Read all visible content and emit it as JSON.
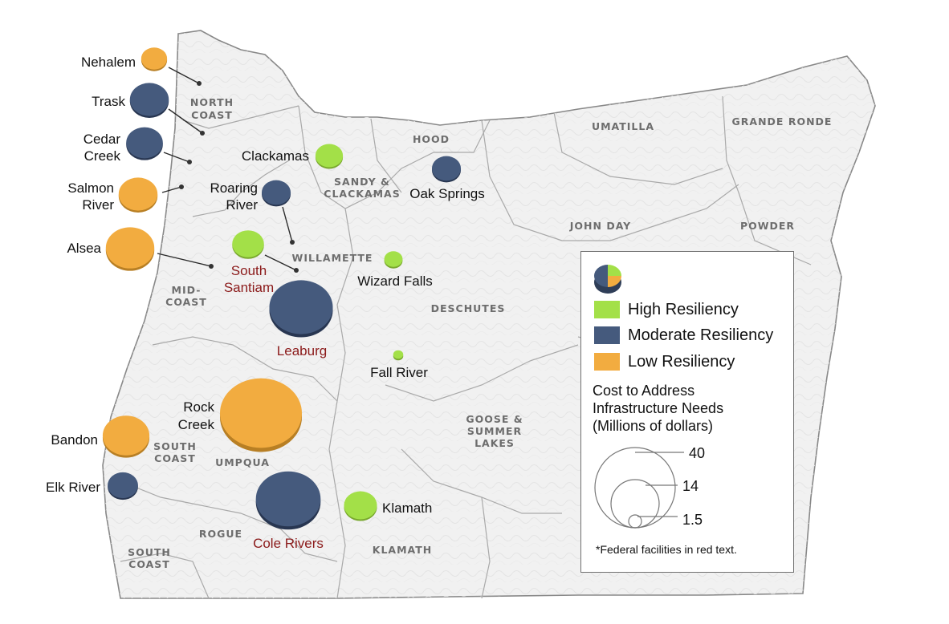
{
  "regions": {
    "north_coast_1": "NORTH",
    "north_coast_2": "COAST",
    "hood": "HOOD",
    "umatilla": "UMATILLA",
    "grande_ronde": "GRANDE RONDE",
    "sandy_1": "SANDY &",
    "sandy_2": "CLACKAMAS",
    "john_day": "JOHN DAY",
    "powder": "POWDER",
    "willamette": "WILLAMETTE",
    "mid_coast_1": "MID-",
    "mid_coast_2": "COAST",
    "deschutes": "DESCHUTES",
    "goose_1": "GOOSE &",
    "goose_2": "SUMMER",
    "goose_3": "LAKES",
    "south_coast_1": "SOUTH",
    "south_coast_2": "COAST",
    "umpqua": "UMPQUA",
    "rogue": "ROGUE",
    "south_coast_b1": "SOUTH",
    "south_coast_b2": "COAST",
    "klamath": "KLAMATH"
  },
  "sites": {
    "nehalem": "Nehalem",
    "trask": "Trask",
    "cedar_1": "Cedar",
    "cedar_2": "Creek",
    "salmon_1": "Salmon",
    "salmon_2": "River",
    "alsea": "Alsea",
    "clackamas": "Clackamas",
    "oak_springs": "Oak Springs",
    "roaring_1": "Roaring",
    "roaring_2": "River",
    "south_santiam_1": "South",
    "south_santiam_2": "Santiam",
    "wizard_falls": "Wizard Falls",
    "leaburg": "Leaburg",
    "fall_river": "Fall River",
    "rock_1": "Rock",
    "rock_2": "Creek",
    "bandon": "Bandon",
    "elk_river": "Elk River",
    "cole_rivers": "Cole Rivers",
    "klamath_site": "Klamath"
  },
  "hatcheries": [
    {
      "site": "Nehalem",
      "resiliency": "low",
      "cost": 4
    },
    {
      "site": "Trask",
      "resiliency": "moderate",
      "cost": 9
    },
    {
      "site": "Cedar Creek",
      "resiliency": "moderate",
      "cost": 8
    },
    {
      "site": "Salmon River",
      "resiliency": "low",
      "cost": 9
    },
    {
      "site": "Alsea",
      "resiliency": "low",
      "cost": 14
    },
    {
      "site": "Clackamas",
      "resiliency": "high",
      "cost": 4.5
    },
    {
      "site": "Oak Springs",
      "resiliency": "moderate",
      "cost": 5
    },
    {
      "site": "Roaring River",
      "resiliency": "moderate",
      "cost": 5
    },
    {
      "site": "South Santiam",
      "resiliency": "high",
      "cost": 6
    },
    {
      "site": "Wizard Falls",
      "resiliency": "high",
      "cost": 2
    },
    {
      "site": "Leaburg",
      "resiliency": "moderate",
      "cost": 24
    },
    {
      "site": "Fall River",
      "resiliency": "high",
      "cost": 0.6
    },
    {
      "site": "Rock Creek",
      "resiliency": "low",
      "cost": 40
    },
    {
      "site": "Bandon",
      "resiliency": "low",
      "cost": 13
    },
    {
      "site": "Elk River",
      "resiliency": "moderate",
      "cost": 5.5
    },
    {
      "site": "Cole Rivers",
      "resiliency": "moderate",
      "cost": 25
    },
    {
      "site": "Klamath",
      "resiliency": "high",
      "cost": 6.5
    }
  ],
  "legend": {
    "high": "High Resiliency",
    "moderate": "Moderate Resiliency",
    "low": "Low Resiliency",
    "cost_1": "Cost to Address",
    "cost_2": "Infrastructure Needs",
    "cost_3": "(Millions of dollars)",
    "size_40": "40",
    "size_14": "14",
    "size_1_5": "1.5",
    "note": "*Federal facilities in red text.",
    "pie_icon": "pie-chart-icon"
  },
  "colors": {
    "high": "#a3e048",
    "moderate": "#455a7d",
    "low": "#f2ac40",
    "federal_text": "#8b1a1a"
  }
}
